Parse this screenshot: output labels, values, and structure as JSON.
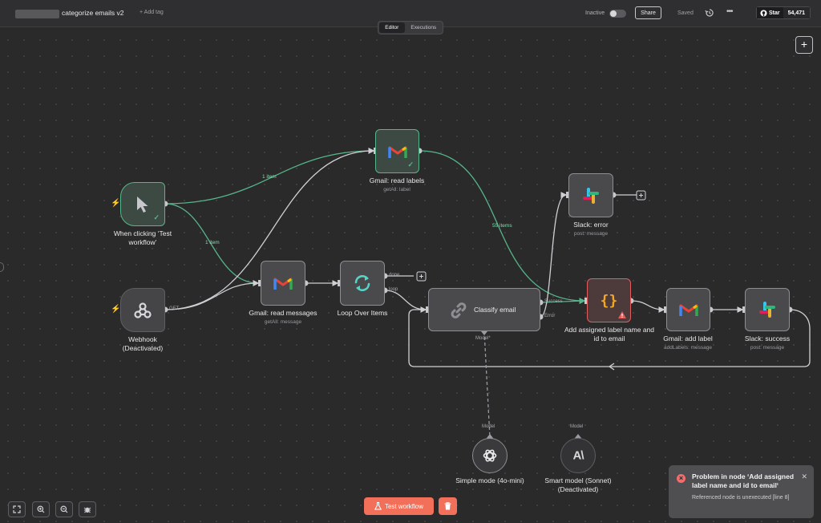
{
  "header": {
    "workflow_name": "categorize emails v2",
    "add_tag": "+ Add tag",
    "status_label": "Inactive",
    "share_label": "Share",
    "saved_label": "Saved",
    "github_star": "Star",
    "github_count": "54,471"
  },
  "tabs": {
    "editor": "Editor",
    "executions": "Executions"
  },
  "nodes": {
    "manual_trigger": {
      "label": "When clicking ‘Test workflow’",
      "icon": "cursor-icon"
    },
    "webhook": {
      "label": "Webhook\n(Deactivated)",
      "icon": "webhook-icon"
    },
    "gmail_read_labels": {
      "label": "Gmail: read labels",
      "sub": "getAll: label",
      "icon": "gmail-icon"
    },
    "gmail_read_messages": {
      "label": "Gmail: read messages",
      "sub": "getAll: message",
      "icon": "gmail-icon"
    },
    "loop": {
      "label": "Loop Over Items",
      "icon": "loop-icon"
    },
    "classify": {
      "label": "Classify email",
      "icon": "chain-icon"
    },
    "slack_error": {
      "label": "Slack: error",
      "sub": "post: message",
      "icon": "slack-icon"
    },
    "add_label_code": {
      "label": "Add assigned label name and id to email",
      "icon": "code-braces-icon"
    },
    "gmail_add_label": {
      "label": "Gmail: add label",
      "sub": "addLabels: message",
      "icon": "gmail-icon"
    },
    "slack_success": {
      "label": "Slack: success",
      "sub": "post: message",
      "icon": "slack-icon"
    },
    "simple_model": {
      "label": "Simple mode (4o-mini)",
      "icon": "openai-icon"
    },
    "smart_model": {
      "label": "Smart model (Sonnet)\n(Deactivated)",
      "icon": "anthropic-icon"
    }
  },
  "edges": {
    "one_item_a": "1 item",
    "one_item_b": "1 item",
    "fifty_five": "55 items"
  },
  "ports": {
    "get": "GET",
    "done": "done",
    "loop": "loop",
    "success": "Success",
    "error": "Error",
    "model_required": "Model*",
    "model_a": "Model",
    "model_b": "Model"
  },
  "actions": {
    "test_workflow": "Test workflow"
  },
  "toast": {
    "title": "Problem in node ‘Add assigned label name and id to email‘",
    "message": "Referenced node is unexecuted [line 8]"
  },
  "colors": {
    "success": "#56b58a",
    "error": "#e35d5d",
    "accent": "#f2705a",
    "gmail_red": "#ea4335"
  }
}
